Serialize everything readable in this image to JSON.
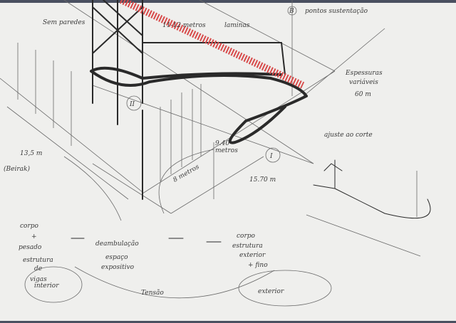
{
  "sketch": {
    "colors": {
      "paper": "#efefed",
      "ink": "#1e1e1e",
      "pencil": "#6a6a6a",
      "accent_red": "#d84a4a"
    },
    "labels": {
      "sem_paredes": "Sem paredes",
      "medida_topo": "11-12 metros",
      "laminas": "laminas",
      "pontos": "pontos sustentação",
      "circ_b": "B",
      "espessuras_1": "Espessuras",
      "espessuras_2": "variáveis",
      "espessuras_3": "60 m",
      "ajuste": "ajuste ao corte",
      "medida_esq": "13,5 m",
      "beirak": "(Beirak)",
      "medida_940_1": "9.40",
      "medida_940_2": "metros",
      "medida_8": "8 metros",
      "medida_1570": "15.70 m",
      "zona_I": "I",
      "zona_II": "II",
      "corpo_pesado_1": "corpo",
      "corpo_pesado_2": "+",
      "corpo_pesado_3": "pesado",
      "vigas_1": "estrutura",
      "vigas_2": "de",
      "vigas_3": "vigas",
      "deambulacao": "deambulação",
      "espaco_1": "espaço",
      "espaco_2": "expositivo",
      "corpo_ext_1": "corpo",
      "corpo_ext_2": "estrutura",
      "corpo_ext_3": "exterior",
      "corpo_ext_4": "+ fino",
      "interior": "interior",
      "tensao": "Tensão",
      "exterior": "exterior"
    }
  }
}
